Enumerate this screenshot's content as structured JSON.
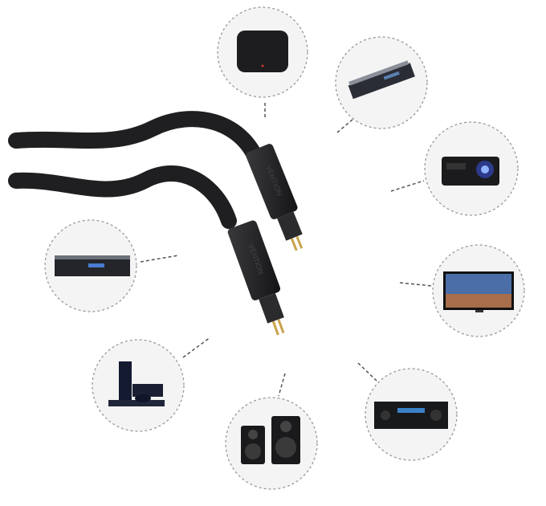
{
  "product": {
    "type": "optical-toslink-cable",
    "logo_text": "VENTION",
    "cable_color": "#1f1f21",
    "tip_color": "#c9a24a"
  },
  "devices": [
    {
      "name": "tv-box"
    },
    {
      "name": "dvd-player"
    },
    {
      "name": "projector"
    },
    {
      "name": "set-top-box"
    },
    {
      "name": "television"
    },
    {
      "name": "game-console"
    },
    {
      "name": "av-receiver"
    },
    {
      "name": "speakers"
    }
  ],
  "colors": {
    "circle_border": "#9a9a9a",
    "circle_fill": "#f4f4f4",
    "dash": "#555555"
  }
}
